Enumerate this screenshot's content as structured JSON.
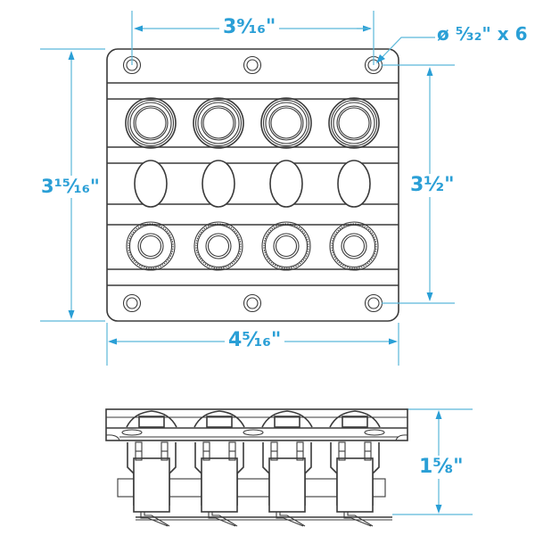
{
  "diagram": {
    "title": "Switch panel dimension drawing",
    "accent_color": "#2a9fd6",
    "line_color": "#3a3a3a",
    "front_view": {
      "switches": 4,
      "rows": [
        "toggle-bezel",
        "label-oval",
        "breaker-knob"
      ],
      "mounting_holes": 6
    },
    "side_view": {
      "switches": 4
    },
    "dimensions": {
      "hole_spacing_width": "3⁹⁄₁₆\"",
      "hole_callout": "ø ⁵⁄₃₂\" x 6",
      "overall_height": "3¹⁵⁄₁₆\"",
      "hole_spacing_height": "3½\"",
      "overall_width": "4⁵⁄₁₆\"",
      "depth": "1⅝\""
    }
  }
}
